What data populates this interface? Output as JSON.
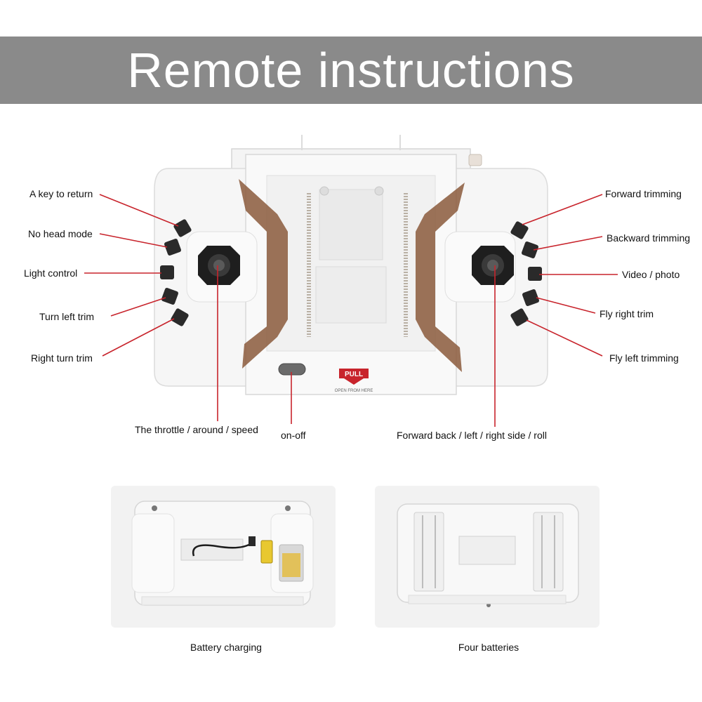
{
  "banner": {
    "title": "Remote instructions",
    "background_color": "#8a8a8a"
  },
  "labels": {
    "return_key": "A key to return",
    "no_head_mode": "No head mode",
    "light_control": "Light control",
    "turn_left_trim": "Turn left trim",
    "right_turn_trim": "Right turn trim",
    "throttle": "The throttle / around / speed",
    "on_off": "on-off",
    "forward_back": "Forward back / left / right side / roll",
    "forward_trimming": "Forward trimming",
    "backward_trimming": "Backward trimming",
    "video_photo": "Video / photo",
    "fly_right_trim": "Fly right trim",
    "fly_left_trimming": "Fly left trimming"
  },
  "remote": {
    "pull_tab": "PULL",
    "open_from_here": "OPEN FROM HERE",
    "leader_color": "#c8242c",
    "accent_color": "#8b5a3c"
  },
  "photos": {
    "battery_charging": "Battery charging",
    "four_batteries": "Four batteries"
  }
}
